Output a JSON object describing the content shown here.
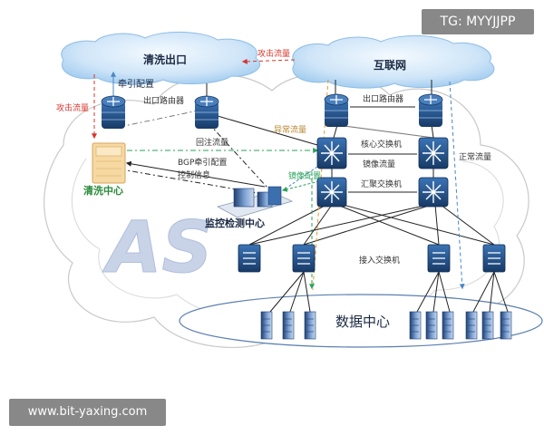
{
  "watermarks": {
    "top_right": "TG: MYYJJPP",
    "bottom_left": "www.bit-yaxing.com"
  },
  "clouds": {
    "scrubbing_exit": "清洗出口",
    "internet": "互联网"
  },
  "as_label": "AS",
  "nodes": {
    "exit_router_left": "出口路由器",
    "exit_router_right": "出口路由器",
    "core_switch": "核心交换机",
    "aggregation_switch": "汇聚交换机",
    "access_switch": "接入交换机",
    "scrubbing_center": "清洗中心",
    "monitoring_center": "监控检测中心",
    "data_center": "数据中心"
  },
  "flow_labels": {
    "attack_top": "攻击流量",
    "attack_left": "攻击流量",
    "diversion_config": "牵引配置",
    "abnormal": "异常流量",
    "reinjection": "回注流量",
    "bgp_config": "BGP牵引配置",
    "control_info": "控制信息",
    "mirror": "镜像流量",
    "mirror_config": "镜像配置",
    "normal": "正常流量"
  },
  "colors": {
    "cloud_fill": "#cfe5f8",
    "cloud_edge": "#8dbde6",
    "device_blue": "#1f4e84",
    "attack": "#d9342b",
    "mirror": "#2aa35a",
    "link": "#222222",
    "dash_blue": "#4a86c5",
    "as_text": "#c8d3e8"
  }
}
